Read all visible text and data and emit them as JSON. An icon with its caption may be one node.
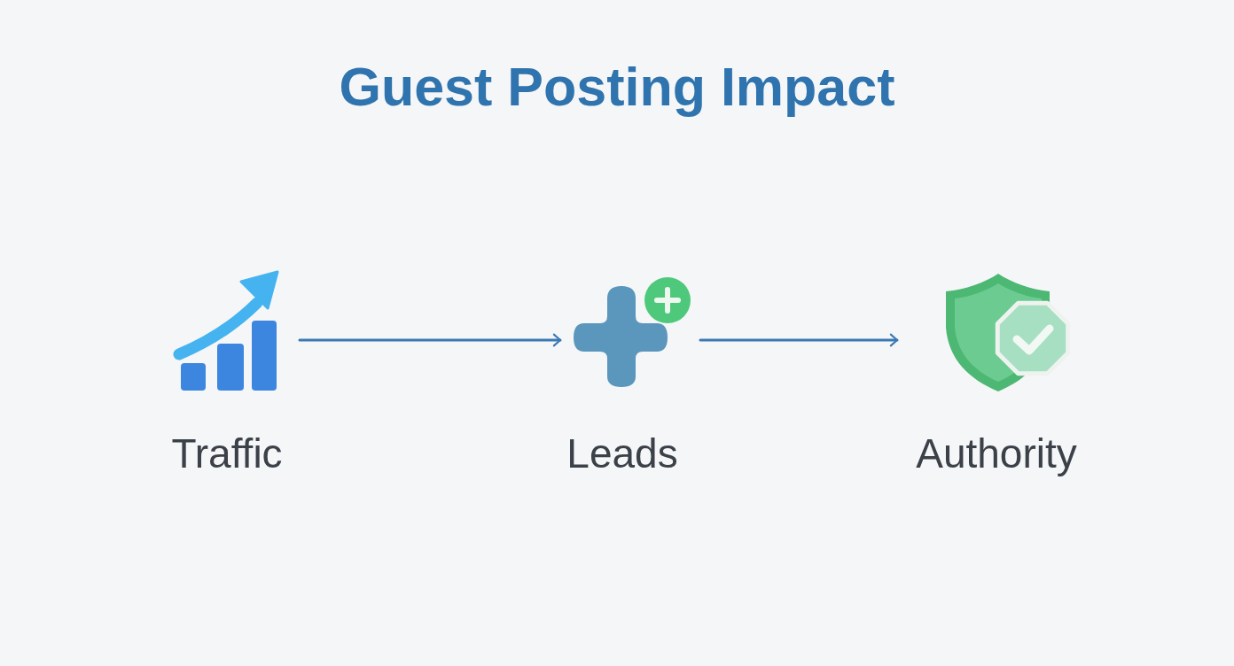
{
  "diagram": {
    "title": "Guest Posting Impact",
    "nodes": [
      {
        "text": [
          "Traffic"
        ]
      },
      {
        "text": [
          "Leads"
        ]
      },
      {
        "text": [
          "Authority"
        ]
      }
    ],
    "edges": [
      {
        "from": 0,
        "to": 1,
        "arrow": "to"
      },
      {
        "from": 1,
        "to": 2,
        "arrow": "to"
      }
    ]
  }
}
